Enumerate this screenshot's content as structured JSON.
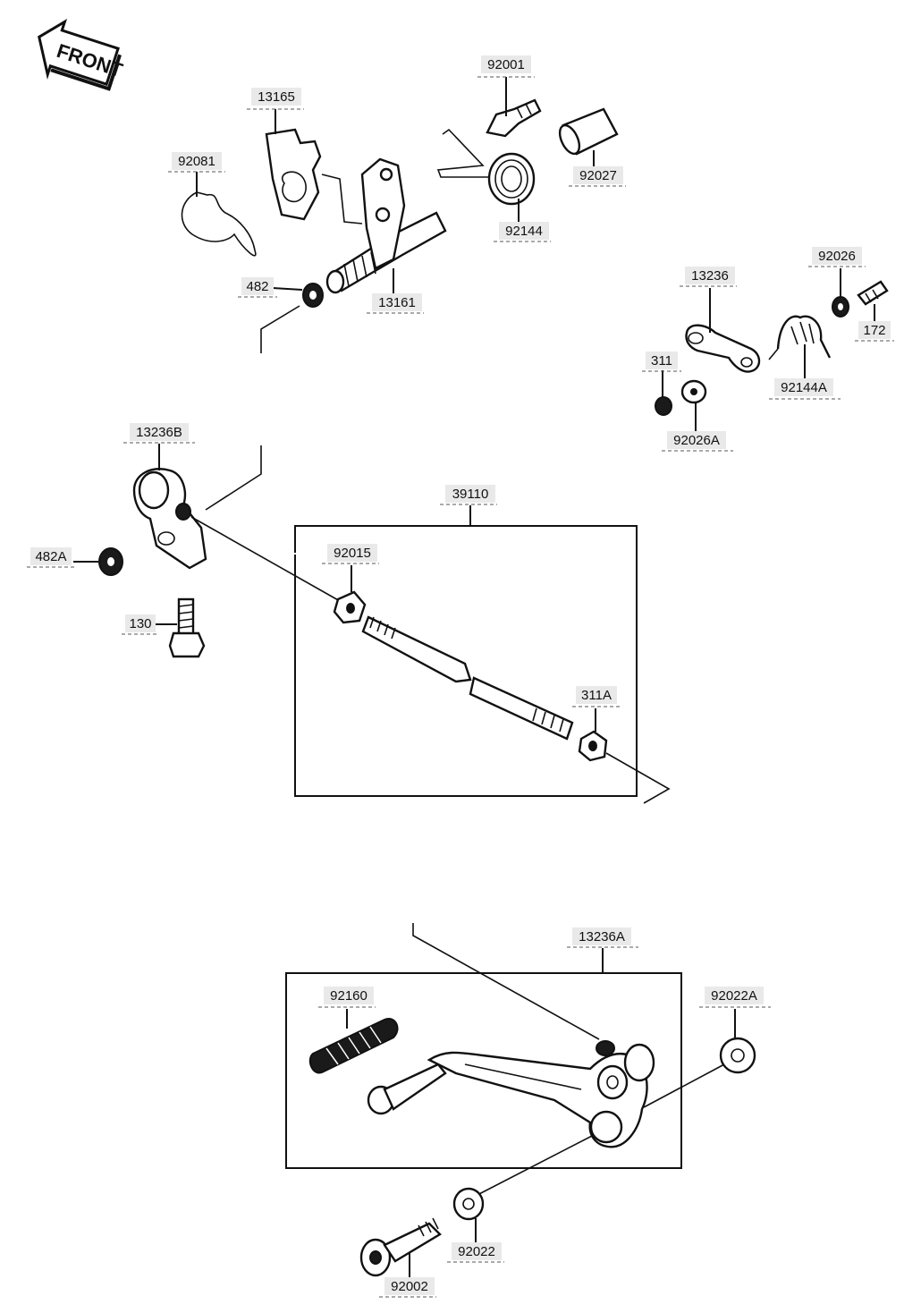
{
  "front_badge": {
    "text": "FRONT"
  },
  "labels": {
    "p92001": "92001",
    "p13165": "13165",
    "p92081": "92081",
    "p92027": "92027",
    "p92144": "92144",
    "p482": "482",
    "p13161": "13161",
    "p92026": "92026",
    "p13236": "13236",
    "p172": "172",
    "p311": "311",
    "p92144A": "92144A",
    "p92026A": "92026A",
    "p13236B": "13236B",
    "p39110": "39110",
    "p482A": "482A",
    "p92015": "92015",
    "p130": "130",
    "p311A": "311A",
    "p13236A": "13236A",
    "p92160": "92160",
    "p92022A": "92022A",
    "p92022": "92022",
    "p92002": "92002"
  }
}
